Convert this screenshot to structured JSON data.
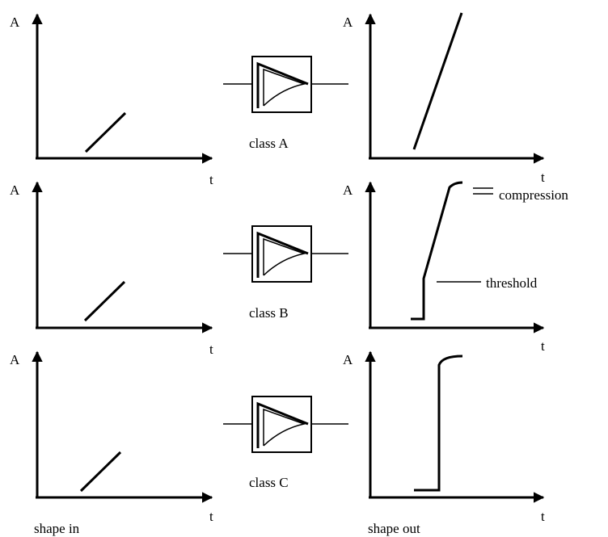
{
  "axes": {
    "y_label": "A",
    "x_label": "t"
  },
  "amplifiers": [
    {
      "label": "class A"
    },
    {
      "label": "class B"
    },
    {
      "label": "class C"
    }
  ],
  "annotations": {
    "compression": "compression",
    "threshold": "threshold"
  },
  "captions": {
    "input": "shape in",
    "output": "shape out"
  }
}
